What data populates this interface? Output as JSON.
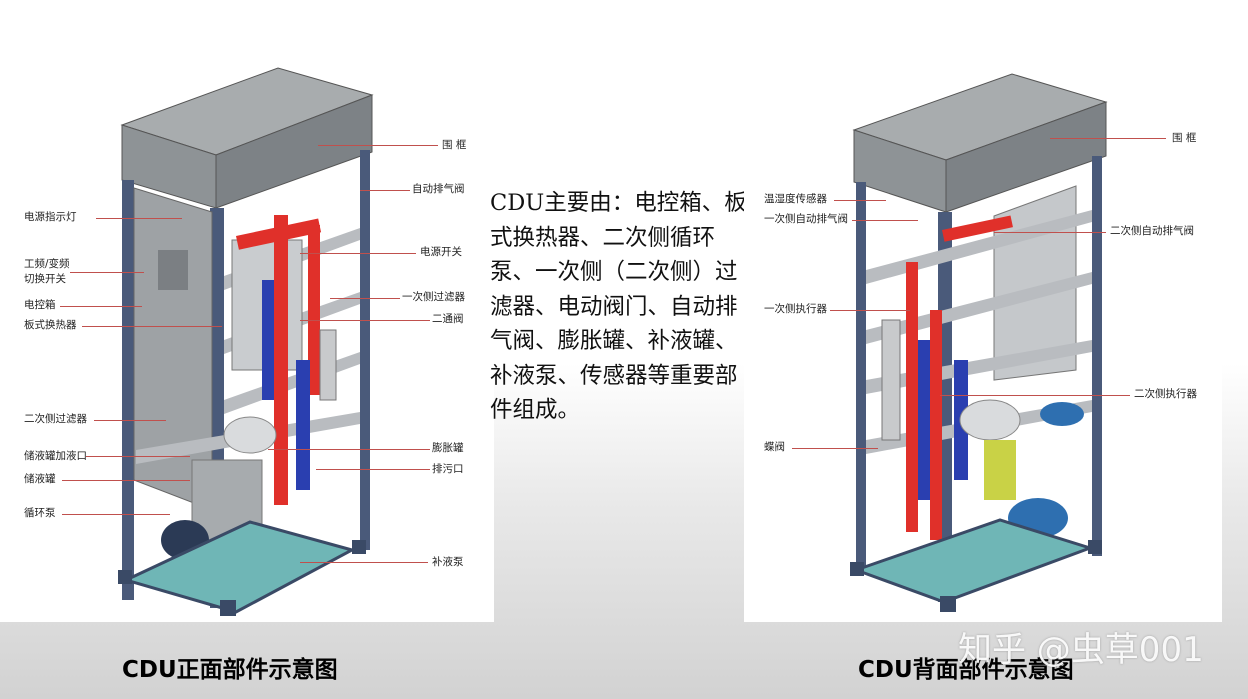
{
  "description": "CDU主要由：电控箱、板式换热器、二次侧循环泵、一次侧（二次侧）过滤器、电动阀门、自动排气阀、膨胀罐、补液罐、补液泵、传感器等重要部件组成。",
  "front": {
    "caption": "CDU正面部件示意图",
    "labels_left": [
      "电源指示灯",
      "工频/变频",
      "切换开关",
      "电控箱",
      "板式换热器",
      "二次侧过滤器",
      "储液罐加液口",
      "储液罐",
      "循环泵"
    ],
    "labels_right": [
      "围 框",
      "自动排气阀",
      "电源开关",
      "一次侧过滤器",
      "二通阀",
      "膨胀罐",
      "排污口",
      "补液泵"
    ]
  },
  "back": {
    "caption": "CDU背面部件示意图",
    "labels_left": [
      "温湿度传感器",
      "一次侧自动排气阀",
      "一次侧执行器",
      "蝶阀"
    ],
    "labels_right": [
      "围 框",
      "二次侧自动排气阀",
      "二次侧执行器"
    ]
  },
  "watermark": "知乎 @虫草001",
  "colors": {
    "frame": "#4a5a7a",
    "box": "#8e9396",
    "red_pipe": "#e0302a",
    "blue_pipe": "#2a3fb0",
    "floor": "#6fb6b6"
  }
}
